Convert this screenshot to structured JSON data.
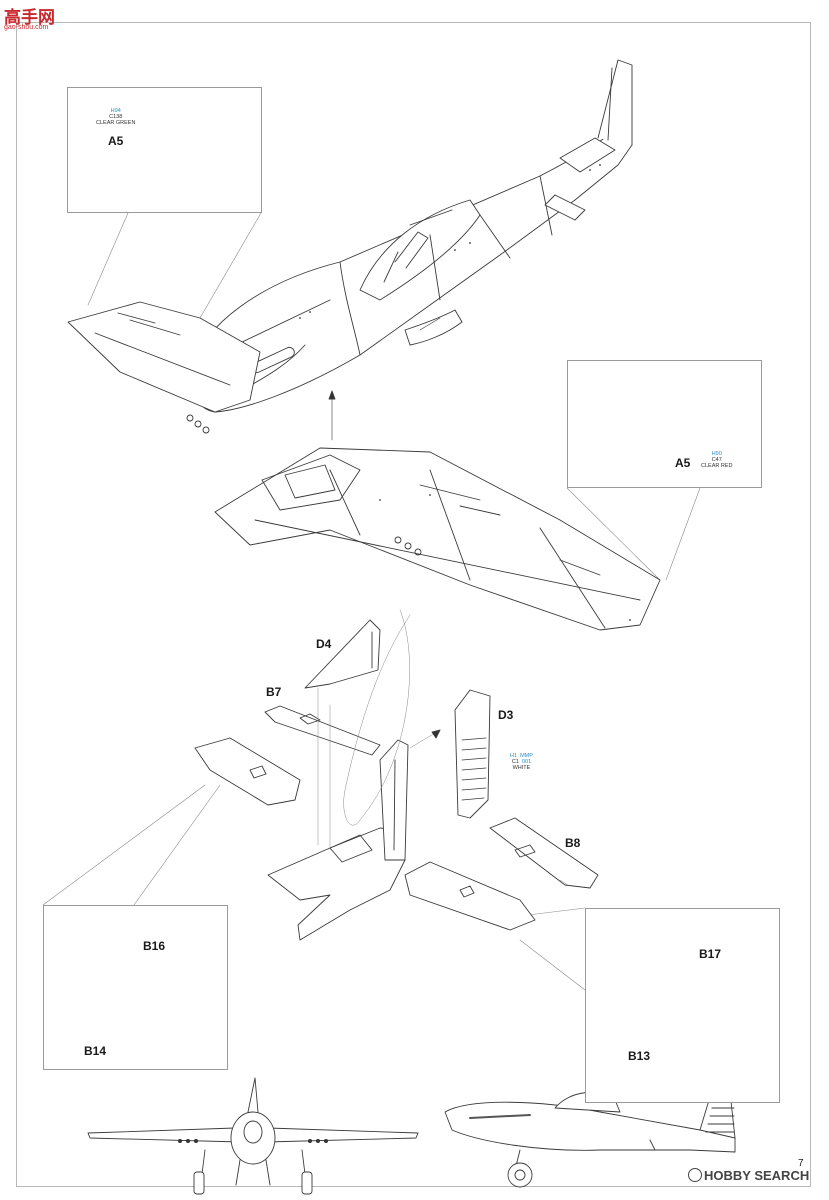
{
  "watermark_top": {
    "text": "高手网",
    "url": "gao-shou.com"
  },
  "watermark_bottom": {
    "text": "HOBBY SEARCH"
  },
  "page_number": "7",
  "inset_canopy_left": {
    "part": "A5",
    "paint_code": "H94",
    "paint_ref": "C138",
    "paint_name": "CLEAR GREEN"
  },
  "inset_canopy_right": {
    "part": "A5",
    "paint_code": "H90",
    "paint_ref": "C47",
    "paint_name": "CLEAR RED"
  },
  "tail_parts": {
    "d4": "D4",
    "b7": "B7",
    "d3": "D3",
    "b8": "B8",
    "d3_paint": {
      "code_a": "H1",
      "code_b": "MMP",
      "ref_a": "C1",
      "ref_b": "001",
      "name": "WHITE"
    }
  },
  "inset_elevator_left": {
    "upper": "B16",
    "lower": "B14"
  },
  "inset_elevator_right": {
    "upper": "B17",
    "lower": "B13"
  }
}
